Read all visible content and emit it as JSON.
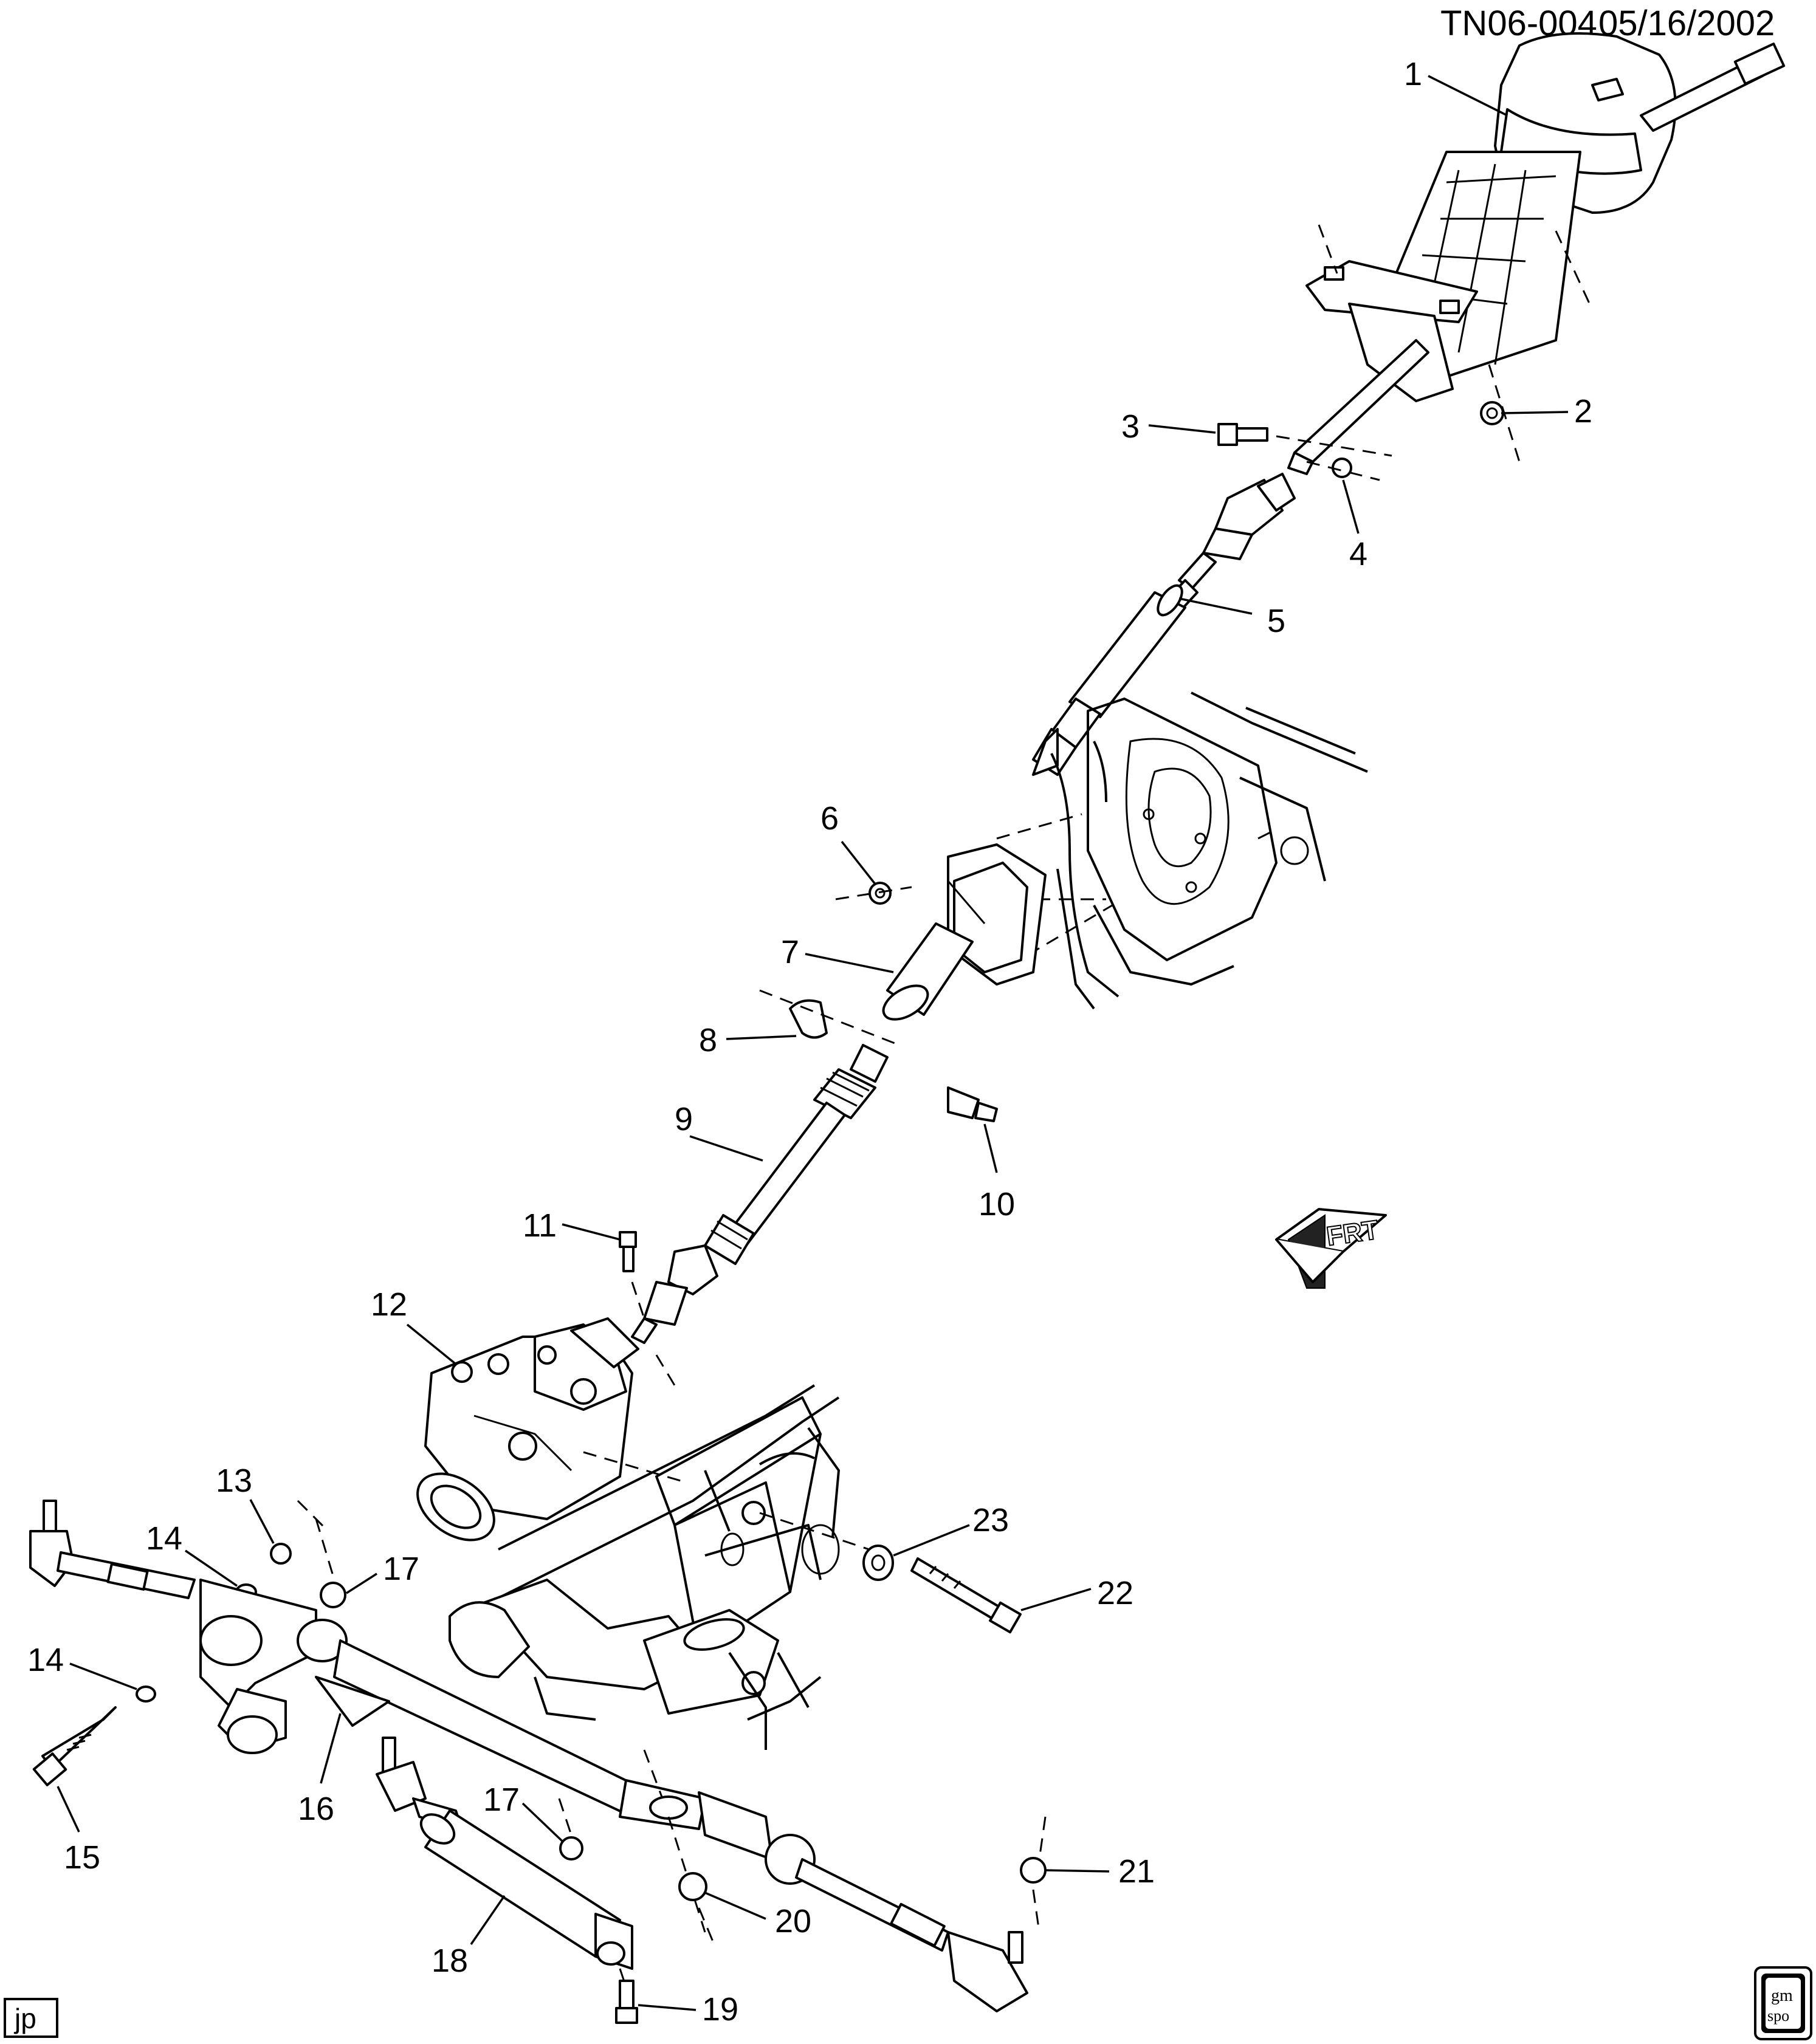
{
  "header": {
    "drawing_id": "TN06-004",
    "date": "05/16/2002"
  },
  "footer": {
    "initials": "jp",
    "logo_text": [
      "gm",
      "spo"
    ]
  },
  "direction_arrow": {
    "label": "FRT",
    "icon": "front-direction-arrow-icon"
  },
  "callouts": [
    "1",
    "2",
    "3",
    "4",
    "5",
    "6",
    "7",
    "8",
    "9",
    "10",
    "11",
    "12",
    "13",
    "14",
    "14",
    "15",
    "16",
    "17",
    "17",
    "18",
    "19",
    "20",
    "21",
    "22",
    "23"
  ]
}
